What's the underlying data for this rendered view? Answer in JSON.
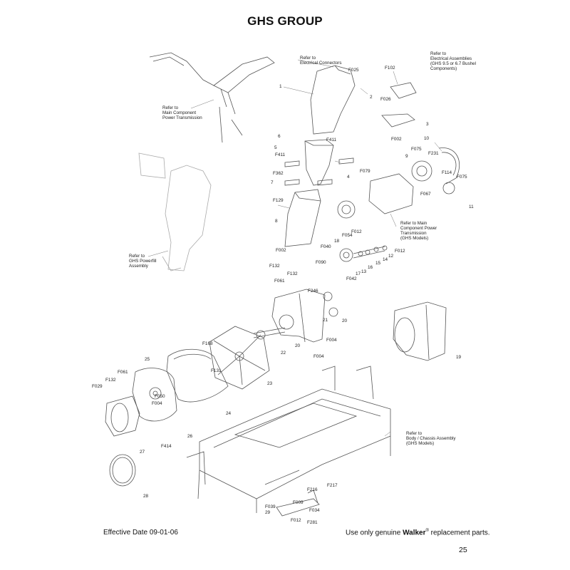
{
  "title": "GHS GROUP",
  "notes": {
    "electrical_connectors": [
      "Refer to",
      "Electrical Connectors"
    ],
    "electrical_assemblies": [
      "Refer to",
      "Electrical Assemblies",
      "(GHS 9.5 or 6.7 Bushel",
      "Components)"
    ],
    "main_power_transmission_left": [
      "Refer to",
      "Main Component",
      "Power Transmission"
    ],
    "main_power_transmission_right": [
      "Refer to Main",
      "Component Power",
      "Transmission",
      "(GHS Models)"
    ],
    "ghs_powerfill": [
      "Refer to",
      "GHS Powerfill",
      "Assembly"
    ],
    "body_chassis": [
      "Refer to",
      "Body / Chassis Assembly",
      "(GHS Models)"
    ]
  },
  "part_labels": [
    "F025",
    "F102",
    "F026",
    "F002",
    "1",
    "2",
    "3",
    "6",
    "F411",
    "F079",
    "4",
    "5",
    "F411",
    "F362",
    "7",
    "F075",
    "9",
    "F231",
    "10",
    "F114",
    "F067",
    "F075",
    "11",
    "F129",
    "8",
    "F002",
    "F012",
    "F054",
    "18",
    "F040",
    "F012",
    "12",
    "14",
    "15",
    "16",
    "13",
    "17",
    "F042",
    "F132",
    "F090",
    "F132",
    "F061",
    "F246",
    "21",
    "20",
    "F004",
    "22",
    "20",
    "F004",
    "19",
    "25",
    "F168",
    "F131",
    "23",
    "F061",
    "F132",
    "F029",
    "F050",
    "F004",
    "24",
    "26",
    "27",
    "F414",
    "F216",
    "F217",
    "F009",
    "F039",
    "29",
    "F034",
    "F012",
    "F281",
    "28"
  ],
  "footer": {
    "effective_date": "Effective Date 09-01-06",
    "notice_prefix": "Use only genuine ",
    "notice_brand": "Walker",
    "notice_reg": "®",
    "notice_suffix": " replacement parts.",
    "page_number": "25"
  }
}
